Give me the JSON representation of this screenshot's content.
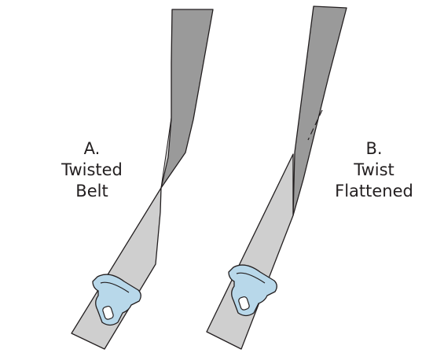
{
  "figure": {
    "panel_a": {
      "letter": "A.",
      "line1": "Twisted",
      "line2": "Belt"
    },
    "panel_b": {
      "letter": "B.",
      "line1": "Twist",
      "line2": "Flattened"
    }
  },
  "colors": {
    "belt_light": "#cfcfcf",
    "belt_dark": "#9a9a9a",
    "buckle": "#b8d8ea",
    "outline": "#231f20",
    "background": "#ffffff"
  }
}
